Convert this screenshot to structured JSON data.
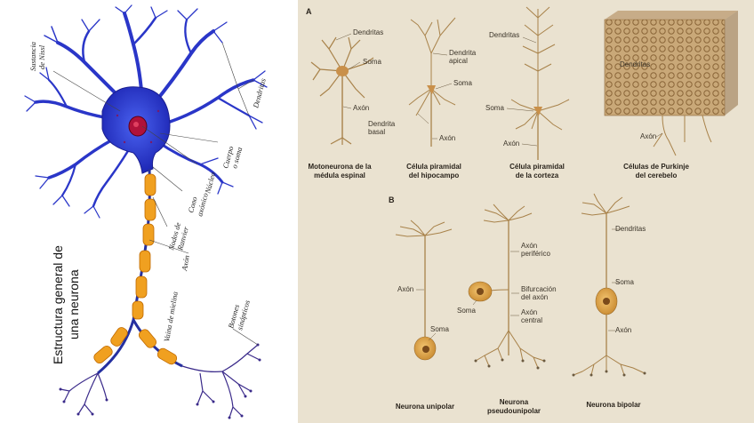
{
  "left_panel": {
    "title_line1": "Estructura general de",
    "title_line2": "una neurona",
    "labels": {
      "nissl_1": "Sustancia",
      "nissl_2": "de Nissl",
      "dendritas": "Dendritas",
      "cuerpo_1": "Cuerpo",
      "cuerpo_2": "o soma",
      "nucleo": "Núcleo",
      "cono_1": "Cono",
      "cono_2": "axónico",
      "nodos_1": "Nodos de",
      "nodos_2": "Ranvier",
      "axon": "Axón",
      "vaina": "Vaina de mielina",
      "botones_1": "Botones",
      "botones_2": "sinápticos"
    },
    "colors": {
      "soma": "#2a3cd6",
      "nucleus": "#b0123a",
      "myelin": "#f0a020",
      "axon": "#2530a0"
    }
  },
  "right_panel": {
    "section_a": "A",
    "section_b": "B",
    "panel_a": {
      "moto": {
        "dendritas": "Dendritas",
        "soma": "Soma",
        "axon": "Axón",
        "caption_1": "Motoneurona de la",
        "caption_2": "médula espinal"
      },
      "hipo": {
        "dendrita_apical_1": "Dendrita",
        "dendrita_apical_2": "apical",
        "soma": "Soma",
        "dendrita_basal_1": "Dendrita",
        "dendrita_basal_2": "basal",
        "axon": "Axón",
        "caption_1": "Célula piramidal",
        "caption_2": "del hipocampo"
      },
      "corteza": {
        "dendritas": "Dendritas",
        "soma": "Soma",
        "axon": "Axón",
        "caption_1": "Célula piramidal",
        "caption_2": "de la corteza"
      },
      "purkinje": {
        "dendritas": "Dendritas",
        "axon": "Axón",
        "caption_1": "Células de Purkinje",
        "caption_2": "del cerebelo"
      }
    },
    "panel_b": {
      "unipolar": {
        "axon": "Axón",
        "soma": "Soma",
        "caption": "Neurona unipolar"
      },
      "pseudo": {
        "soma": "Soma",
        "axon_periferico_1": "Axón",
        "axon_periferico_2": "periférico",
        "bifurcacion_1": "Bifurcación",
        "bifurcacion_2": "del axón",
        "axon_central_1": "Axón",
        "axon_central_2": "central",
        "caption_1": "Neurona",
        "caption_2": "pseudounipolar"
      },
      "bipolar": {
        "dendritas": "Dendritas",
        "soma": "Soma",
        "axon": "Axón",
        "caption": "Neurona bipolar"
      }
    },
    "colors": {
      "paper": "#ede6d6",
      "neuron": "#a8824a",
      "soma": "#d9a24a",
      "nucleus": "#7a4a1a"
    }
  }
}
